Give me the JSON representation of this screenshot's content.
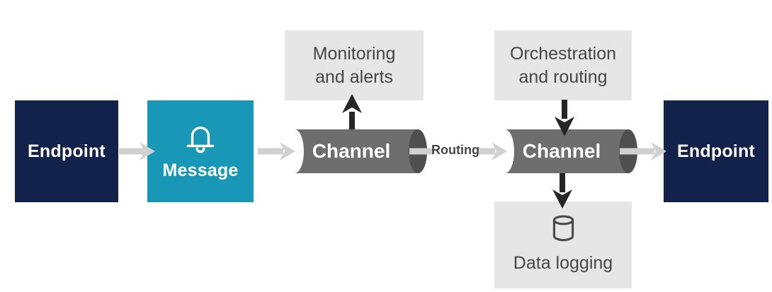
{
  "colors": {
    "background": "#ffffff",
    "endpoint_navy": "#13224a",
    "message_teal": "#1898b6",
    "cylinder_body": "#6e6e6e",
    "cylinder_cap": "#4f4f4f",
    "panel_gray": "#e6e6e6",
    "panel_text": "#464646",
    "arrow_gray": "#d0d0d0",
    "arrow_black": "#262626",
    "node_text": "#ffffff"
  },
  "nodes": {
    "endpoint_left": {
      "label": "Endpoint"
    },
    "message": {
      "label": "Message",
      "icon": "bell-icon"
    },
    "channel_1": {
      "label": "Channel"
    },
    "channel_2": {
      "label": "Channel"
    },
    "endpoint_right": {
      "label": "Endpoint"
    },
    "monitoring": {
      "line1": "Monitoring",
      "line2": "and alerts"
    },
    "orchestration": {
      "line1": "Orchestration",
      "line2": "and routing"
    },
    "data_logging": {
      "label": "Data logging",
      "icon": "database-icon"
    }
  },
  "edges": {
    "routing_label": "Routing"
  }
}
